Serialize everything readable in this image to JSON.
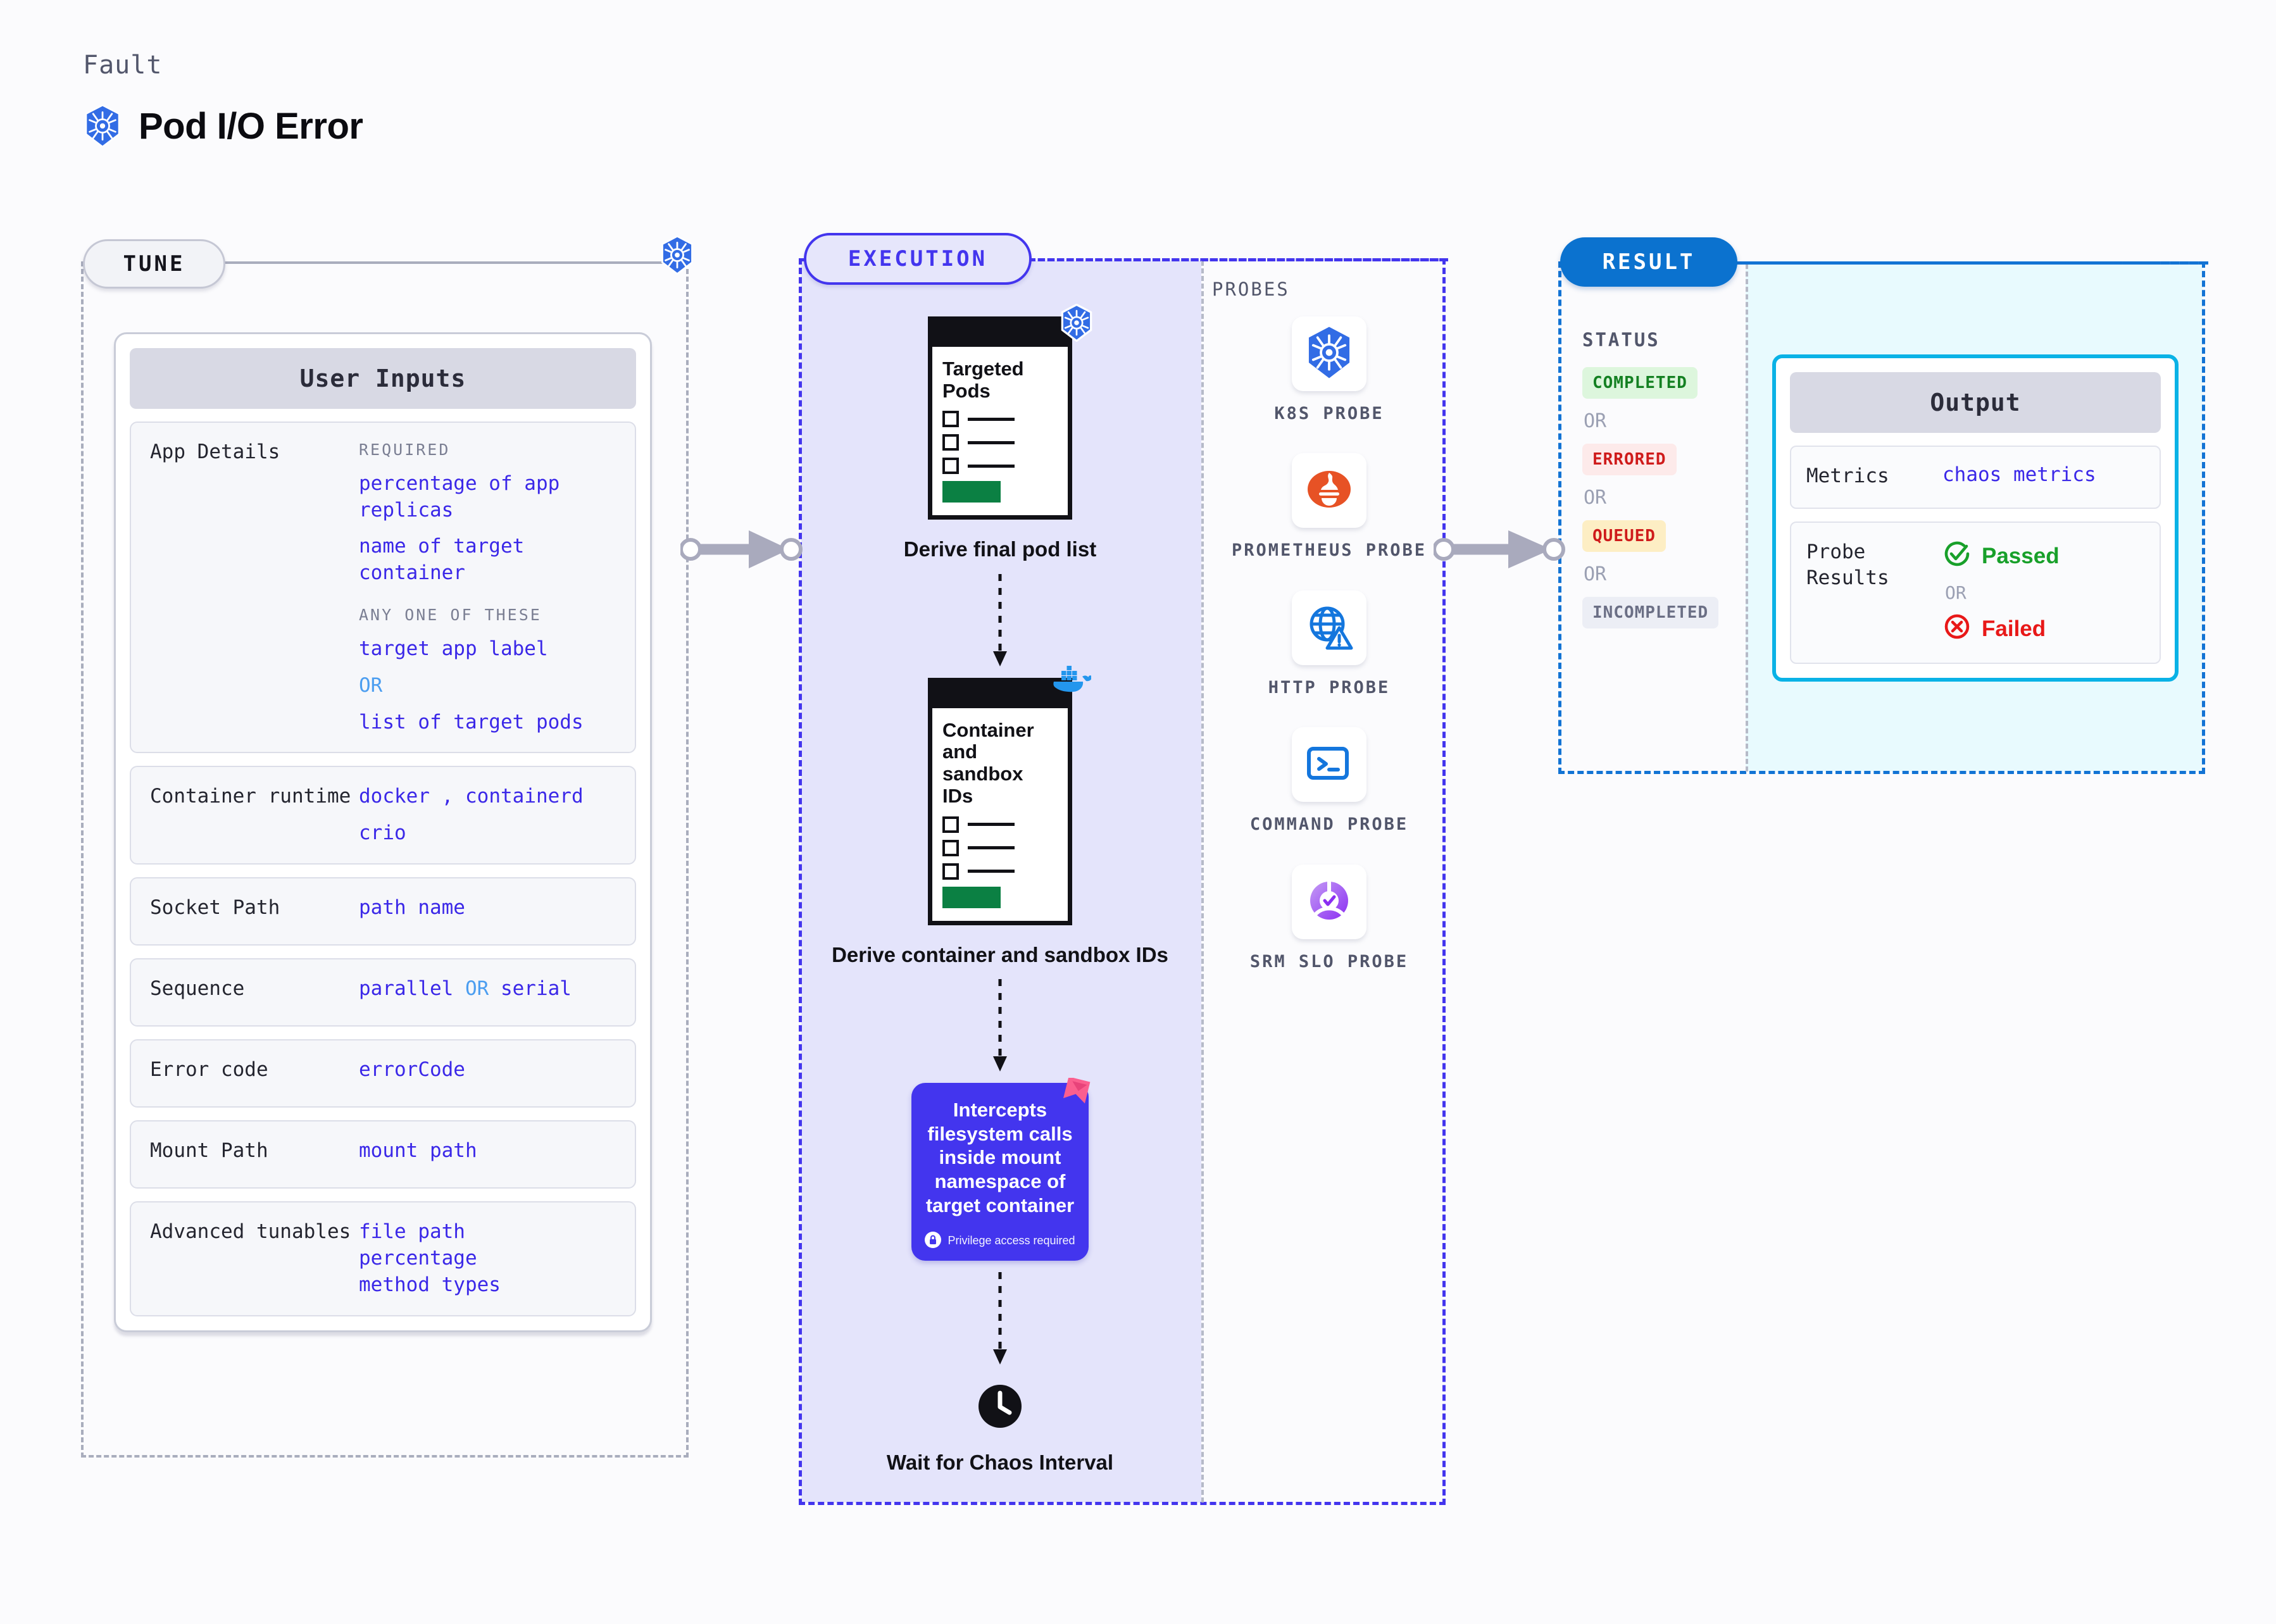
{
  "header": {
    "kicker": "Fault",
    "title": "Pod I/O Error",
    "icon": "kubernetes-icon"
  },
  "sections": {
    "tune": {
      "pill": "TUNE",
      "badge_icon": "kubernetes-icon"
    },
    "execution": {
      "pill": "EXECUTION"
    },
    "result": {
      "pill": "RESULT"
    }
  },
  "tune": {
    "card_title": "User Inputs",
    "rows": [
      {
        "label": "App Details",
        "groups": [
          {
            "hint": "REQUIRED",
            "values": [
              "percentage of app replicas",
              "name of target container"
            ]
          },
          {
            "hint": "ANY ONE OF THESE",
            "values": [
              "target app label"
            ],
            "or": "OR",
            "values_after": [
              "list of target pods"
            ]
          }
        ]
      },
      {
        "label": "Container runtime",
        "values": [
          "docker",
          "containerd",
          "crio"
        ],
        "separator": ","
      },
      {
        "label": "Socket Path",
        "values": [
          "path name"
        ]
      },
      {
        "label": "Sequence",
        "values": [
          "parallel",
          "serial"
        ],
        "or": "OR"
      },
      {
        "label": "Error code",
        "values": [
          "errorCode"
        ]
      },
      {
        "label": "Mount Path",
        "values": [
          "mount path"
        ]
      },
      {
        "label": "Advanced tunables",
        "values": [
          "file path",
          "percentage",
          "method types"
        ]
      }
    ]
  },
  "execution": {
    "steps": [
      {
        "doc_title": "Targeted Pods",
        "badge_icon": "kubernetes-icon",
        "caption": "Derive final pod list"
      },
      {
        "doc_title": "Container and sandbox IDs",
        "badge_icon": "docker-icon",
        "caption": "Derive container and sandbox IDs"
      }
    ],
    "info_card": {
      "text": "Intercepts filesystem calls inside mount namespace of target container",
      "note": "Privilege access required",
      "note_icon": "lock-icon",
      "ribbon_icon": "ribbon-icon",
      "color": "#4335ee"
    },
    "wait": {
      "icon": "clock-icon",
      "caption": "Wait for Chaos Interval"
    }
  },
  "probes": {
    "heading": "PROBES",
    "items": [
      {
        "name": "K8S PROBE",
        "icon": "kubernetes-icon"
      },
      {
        "name": "PROMETHEUS PROBE",
        "icon": "prometheus-icon"
      },
      {
        "name": "HTTP PROBE",
        "icon": "globe-warning-icon"
      },
      {
        "name": "COMMAND PROBE",
        "icon": "terminal-icon"
      },
      {
        "name": "SRM SLO PROBE",
        "icon": "srm-slo-icon"
      }
    ]
  },
  "result": {
    "status_heading": "STATUS",
    "or_label": "OR",
    "statuses": [
      {
        "label": "COMPLETED",
        "kind": "completed"
      },
      {
        "label": "ERRORED",
        "kind": "errored"
      },
      {
        "label": "QUEUED",
        "kind": "queued"
      },
      {
        "label": "INCOMPLETED",
        "kind": "incompleted"
      }
    ],
    "output": {
      "card_title": "Output",
      "metrics_label": "Metrics",
      "metrics_value": "chaos metrics",
      "probe_results_label": "Probe Results",
      "passed_label": "Passed",
      "failed_label": "Failed",
      "or_label": "OR",
      "passed_icon": "check-circle-icon",
      "failed_icon": "x-circle-icon"
    }
  },
  "colors": {
    "accent_purple": "#4335ee",
    "accent_blue": "#0b72cf",
    "accent_cyan": "#0ab2e6",
    "value_blue": "#3b28e8",
    "pass_green": "#18a02a",
    "fail_red": "#e81818"
  }
}
